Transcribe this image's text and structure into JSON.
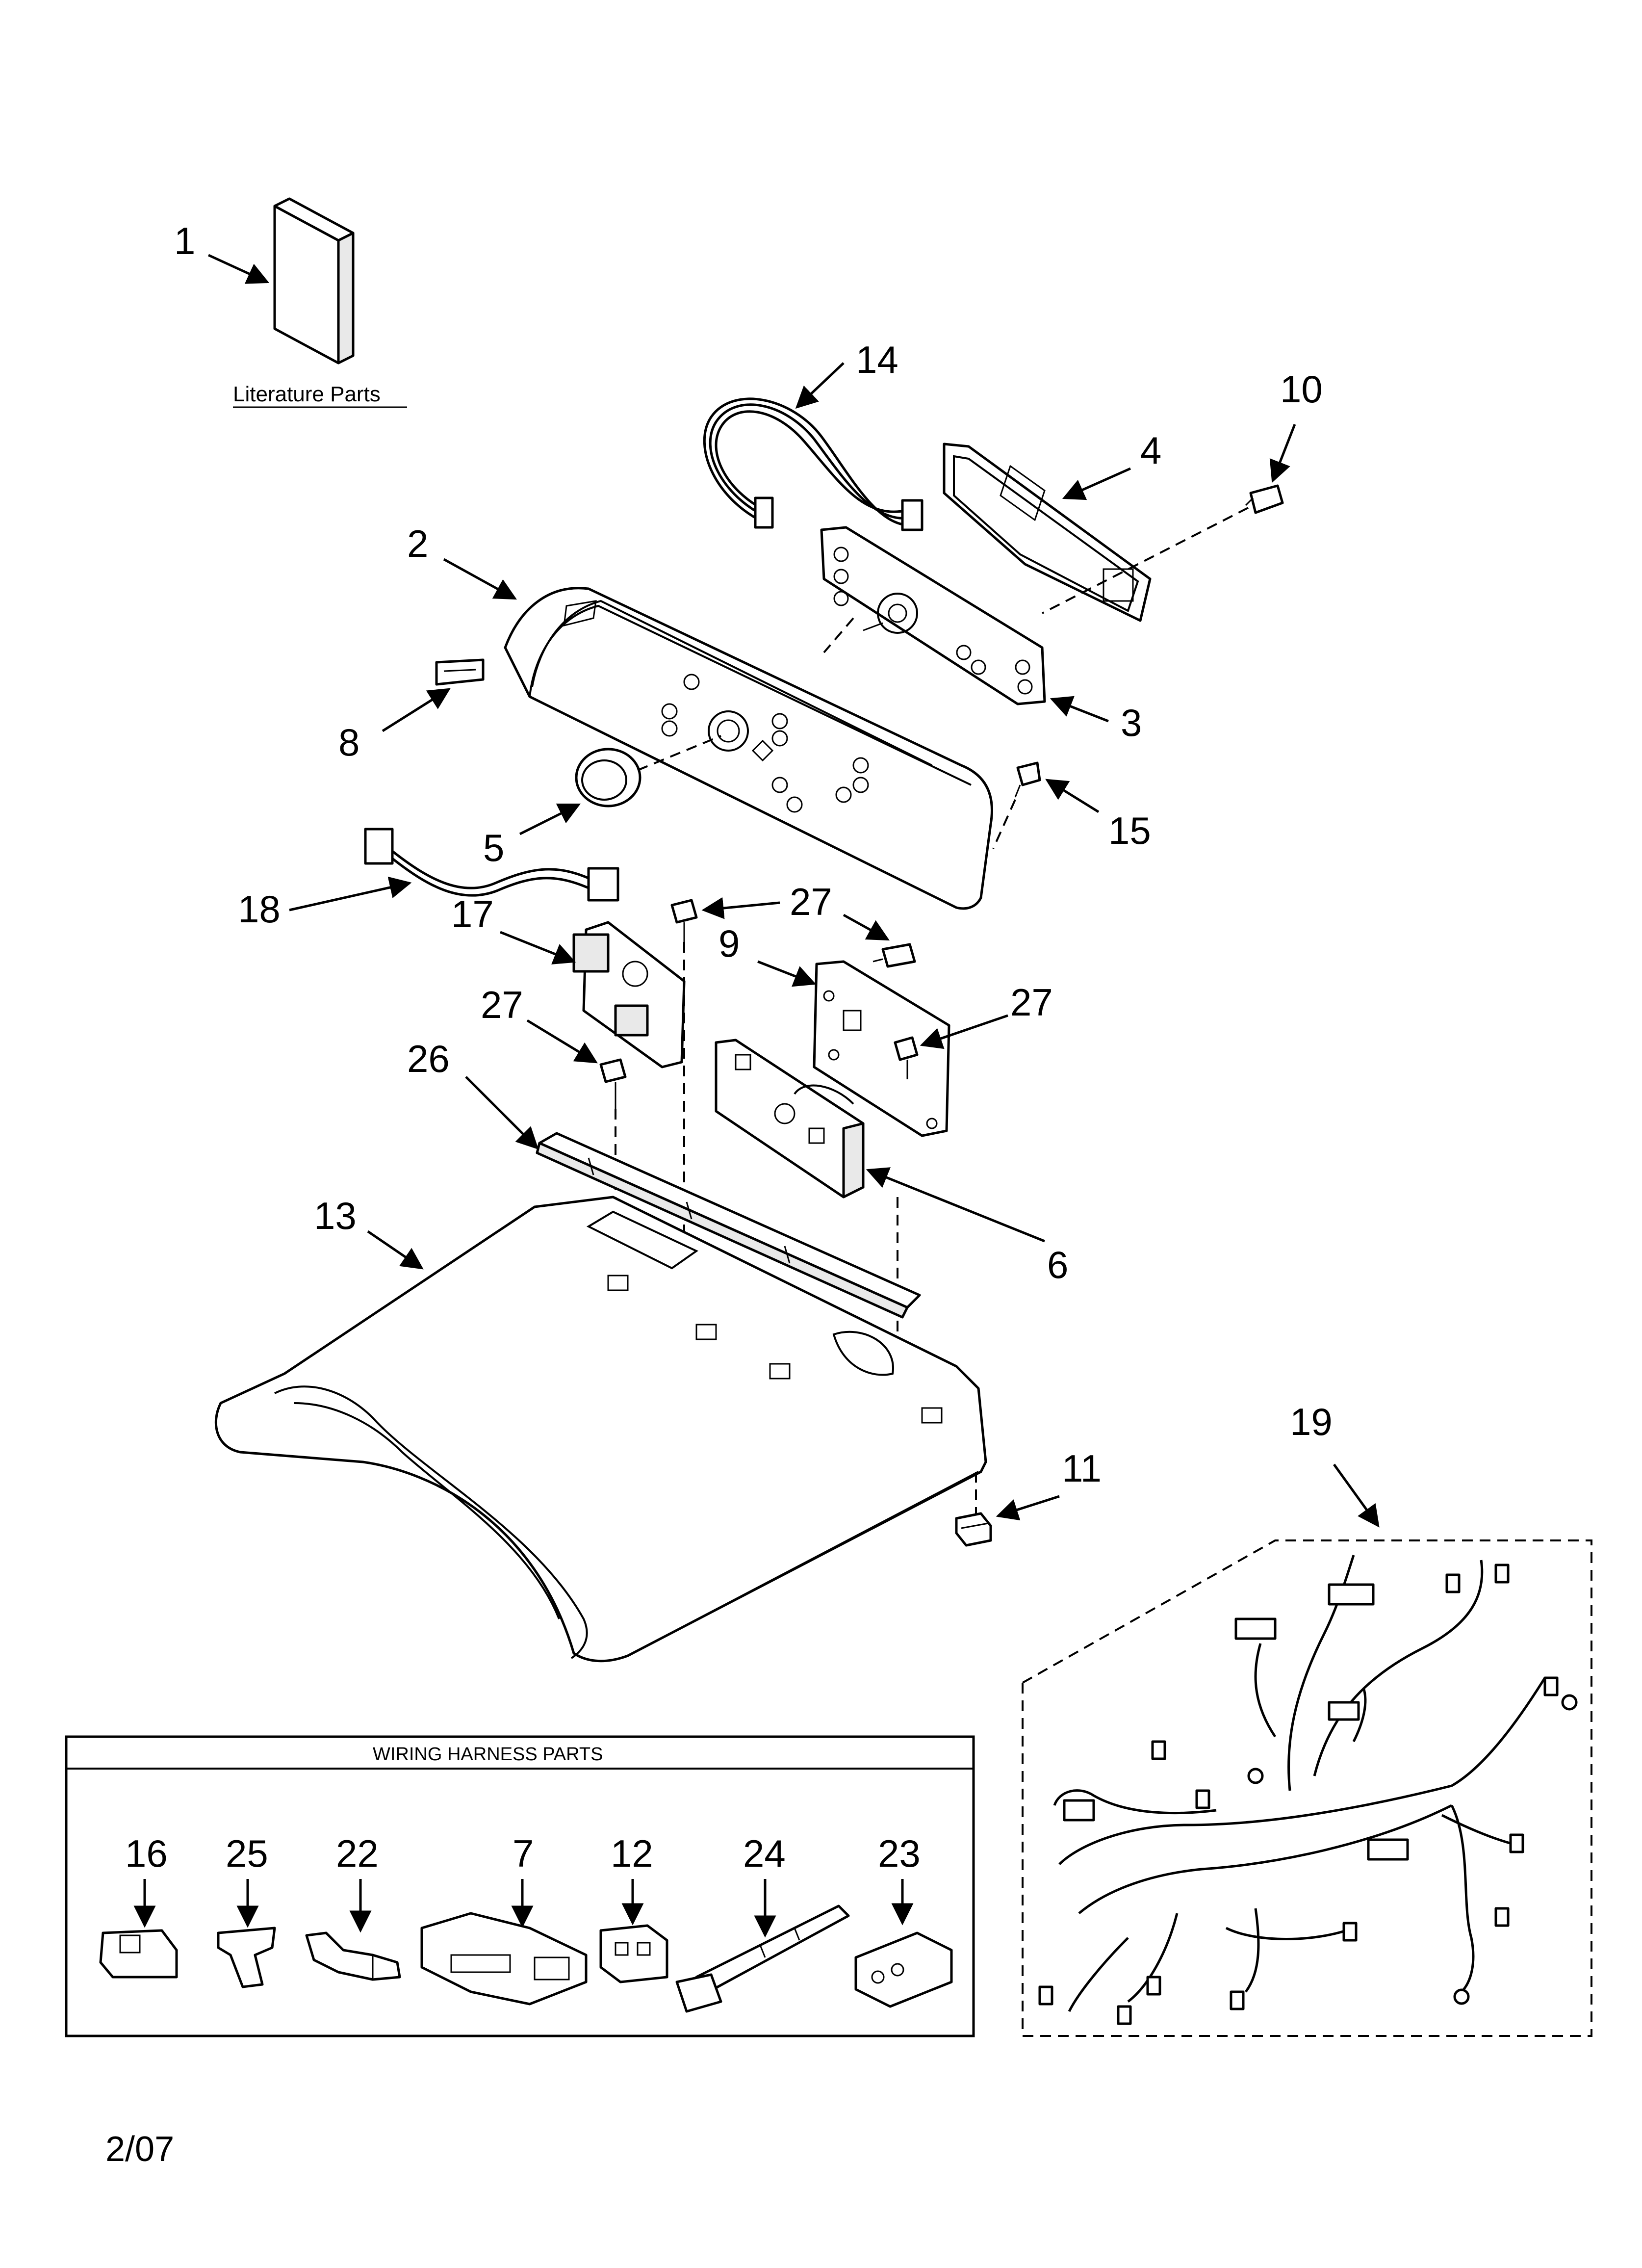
{
  "literature": {
    "label": "Literature Parts"
  },
  "callouts": {
    "c1": "1",
    "c2": "2",
    "c3": "3",
    "c4": "4",
    "c5": "5",
    "c6": "6",
    "c8": "8",
    "c9": "9",
    "c10": "10",
    "c11": "11",
    "c13": "13",
    "c14": "14",
    "c15": "15",
    "c17": "17",
    "c18": "18",
    "c19": "19",
    "c26": "26",
    "c27a": "27",
    "c27b": "27",
    "c27c": "27"
  },
  "wiring_box": {
    "title": "WIRING HARNESS PARTS",
    "items": [
      "16",
      "25",
      "22",
      "7",
      "12",
      "24",
      "23"
    ]
  },
  "footer": {
    "date": "2/07"
  }
}
